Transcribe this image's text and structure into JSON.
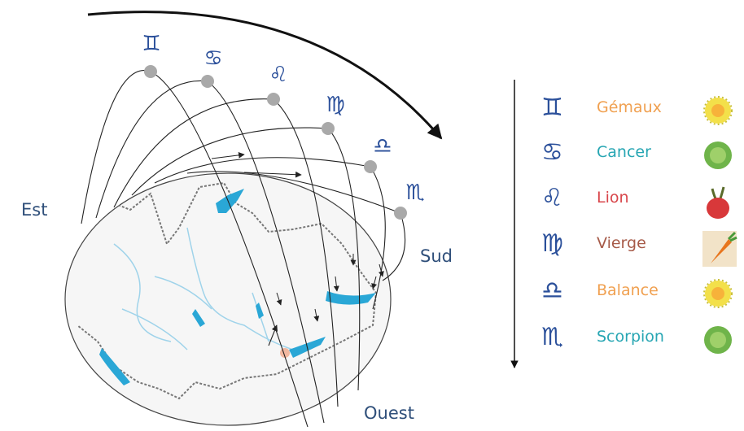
{
  "directions": {
    "east": "Est",
    "south": "Sud",
    "west": "Ouest"
  },
  "signs": [
    {
      "symbol": "♊",
      "name": "Gémaux",
      "color": "#f0a050",
      "image": "yellow-flower-icon"
    },
    {
      "symbol": "♋",
      "name": "Cancer",
      "color": "#27a6b3",
      "image": "green-lettuce-icon"
    },
    {
      "symbol": "♌",
      "name": "Lion",
      "color": "#d8454a",
      "image": "red-root-icon"
    },
    {
      "symbol": "♍",
      "name": "Vierge",
      "color": "#a65a48",
      "image": "carrot-icon"
    },
    {
      "symbol": "♎",
      "name": "Balance",
      "color": "#f0a050",
      "image": "yellow-flower-icon"
    },
    {
      "symbol": "♏",
      "name": "Scorpion",
      "color": "#27a6b3",
      "image": "green-lettuce-icon"
    }
  ],
  "colors": {
    "glyph": "#2a4f9a",
    "arc": "#222222",
    "dot": "#a9a9a9",
    "water": "#2aa7d6",
    "border": "#777777"
  }
}
